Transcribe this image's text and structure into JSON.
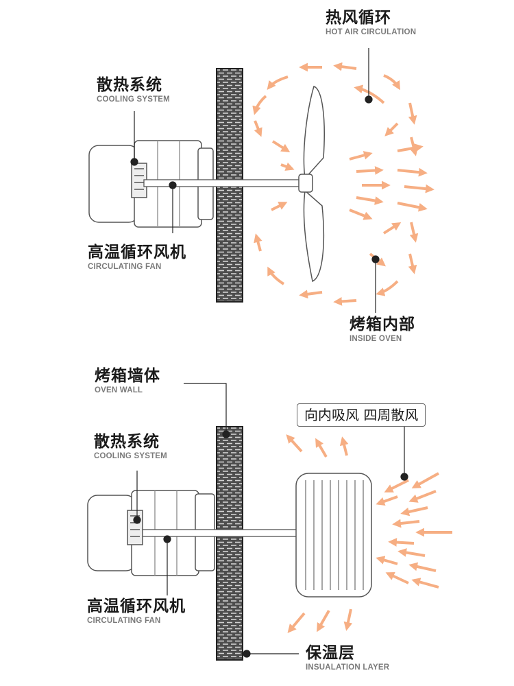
{
  "labels": {
    "hot_air_zh": "热风循环",
    "hot_air_en": "HOT AIR CIRCULATION",
    "cooling_zh_1": "散热系统",
    "cooling_en_1": "COOLING SYSTEM",
    "fan_zh_1": "高温循环风机",
    "fan_en_1": "CIRCULATING FAN",
    "inside_zh": "烤箱内部",
    "inside_en": "INSIDE OVEN",
    "wall_zh": "烤箱墙体",
    "wall_en": "OVEN WALL",
    "cooling_zh_2": "散热系统",
    "cooling_en_2": "COOLING SYSTEM",
    "fan_zh_2": "高温循环风机",
    "fan_en_2": "CIRCULATING FAN",
    "intake_note": "向内吸风  四周散风",
    "insulation_zh": "保温层",
    "insulation_en": "INSUALATION LAYER"
  },
  "colors": {
    "arrow": "#f6a676",
    "wall_fill": "#5a5a5a",
    "wall_dash": "#cfcfcf",
    "line": "#222222"
  }
}
